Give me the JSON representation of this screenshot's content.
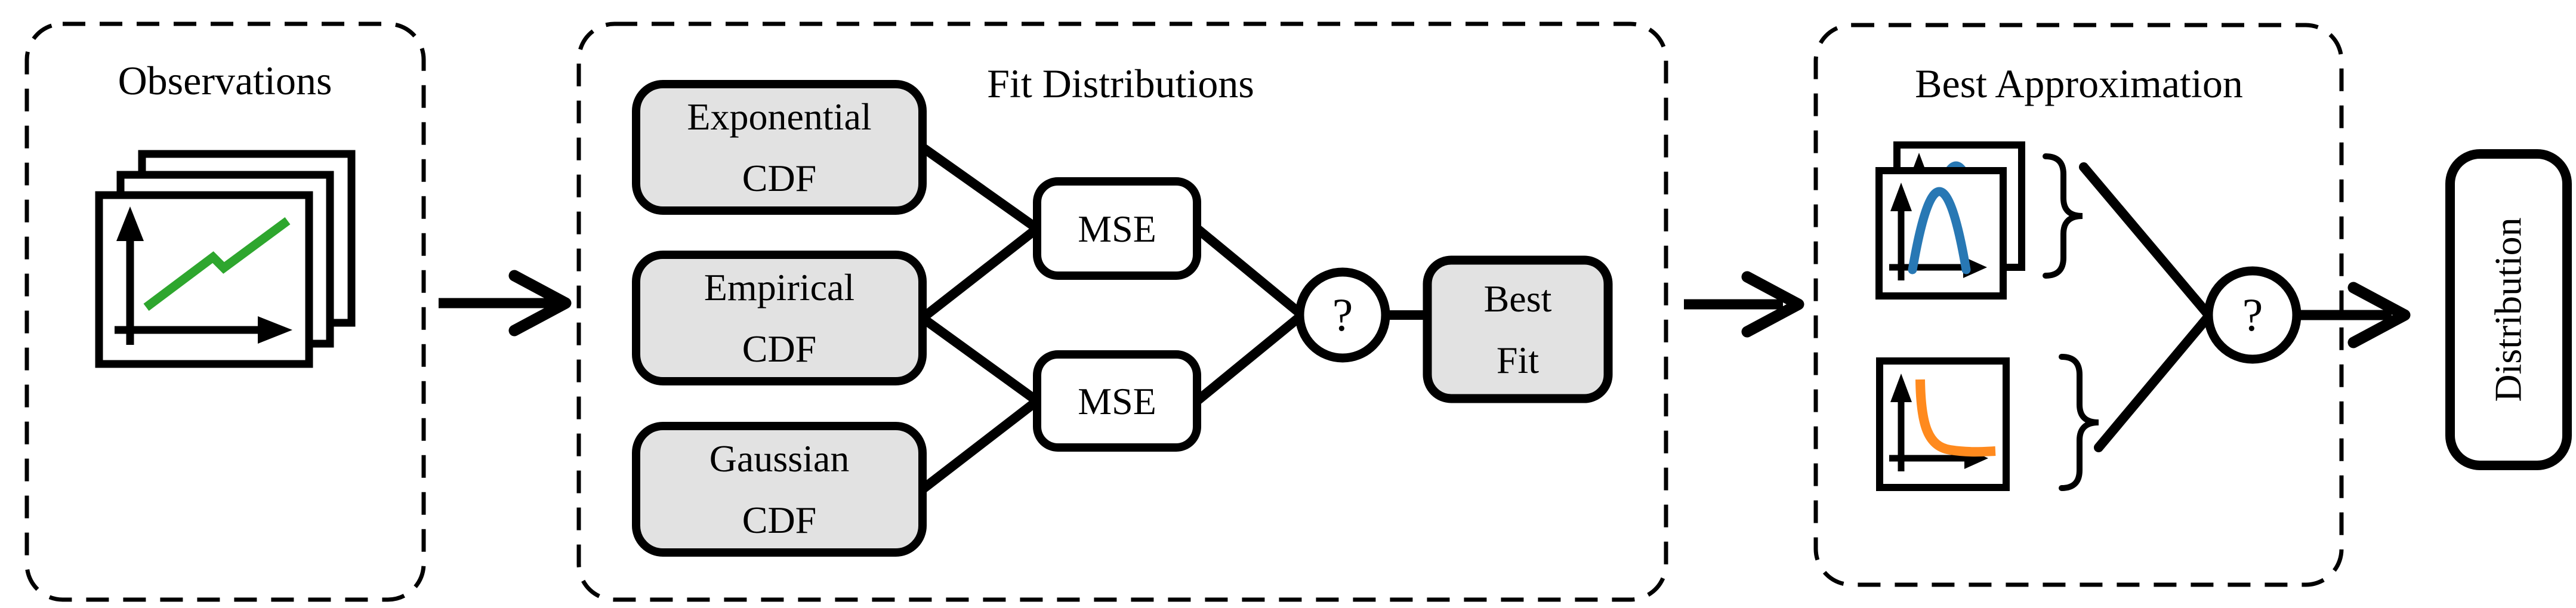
{
  "diagram": {
    "sections": {
      "observations": {
        "title": "Observations"
      },
      "fit_distributions": {
        "title": "Fit Distributions",
        "distributions": [
          {
            "line1": "Exponential",
            "line2": "CDF"
          },
          {
            "line1": "Empirical",
            "line2": "CDF"
          },
          {
            "line1": "Gaussian",
            "line2": "CDF"
          }
        ],
        "mse_top": "MSE",
        "mse_bottom": "MSE",
        "selector_mark": "?",
        "best_fit": {
          "line1": "Best",
          "line2": "Fit"
        }
      },
      "best_approximation": {
        "title": "Best Approximation",
        "selector_mark": "?"
      },
      "output": {
        "label": "Distribution"
      }
    },
    "colors": {
      "observed_series": "#2ea62e",
      "gaussian_pdf": "#2878b4",
      "exponential_pdf": "#ff8a1e",
      "node_fill": "#e2e2e2"
    }
  }
}
